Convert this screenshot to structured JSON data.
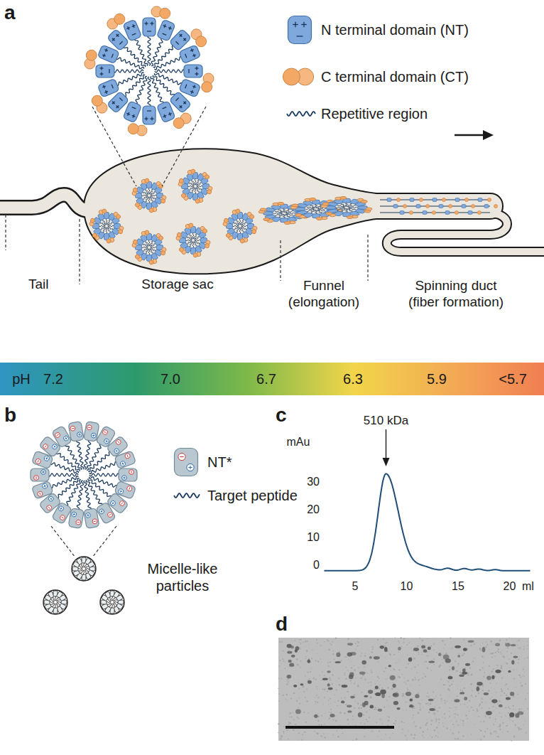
{
  "diagram": {
    "nodes": [
      {
        "text": [
          "pH",
          "7.2",
          "7.0",
          "6.7",
          "6.3",
          "5.9",
          "<5.7"
        ]
      }
    ],
    "labels": [
      "a",
      "Tail",
      "Storage sac",
      "Funnel (elongation)",
      "Spinning duct (fiber formation)",
      "b",
      "Micelle-like particles",
      "c",
      "510 kDa",
      "mAu",
      "30",
      "20",
      "10",
      "0",
      "5",
      "10",
      "15",
      "20",
      "ml",
      "d"
    ],
    "legend": [
      {
        "text": "N terminal domain (NT)"
      },
      {
        "text": "C terminal domain (CT)"
      },
      {
        "text": "Repetitive region"
      },
      {
        "text": "NT*"
      },
      {
        "text": "Target peptide"
      }
    ]
  }
}
